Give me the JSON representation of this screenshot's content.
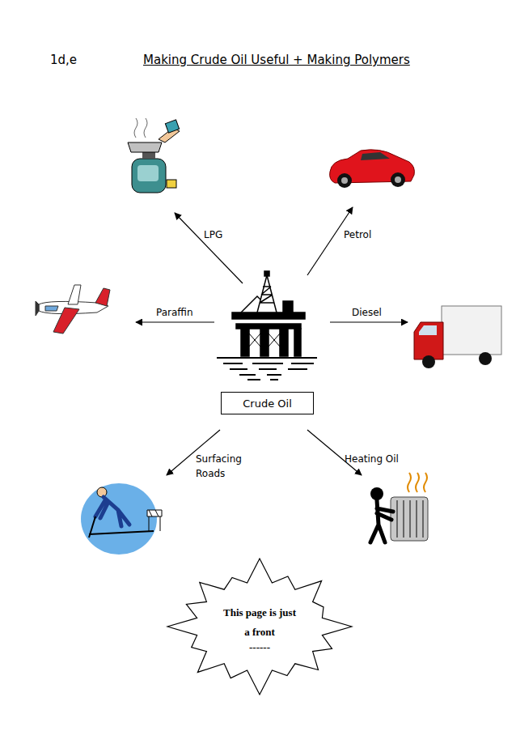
{
  "diagram": {
    "title": "Making Crude Oil Useful + Making Polymers",
    "nodes": [
      {
        "text": [
          "Crude Oil"
        ]
      },
      {
        "text": [
          "This page is just a front",
          "------"
        ]
      }
    ],
    "labels": [
      "1d,e",
      "LPG",
      "Petrol",
      "Paraffin",
      "Diesel",
      "Surfacing Roads",
      "Heating Oil"
    ]
  }
}
